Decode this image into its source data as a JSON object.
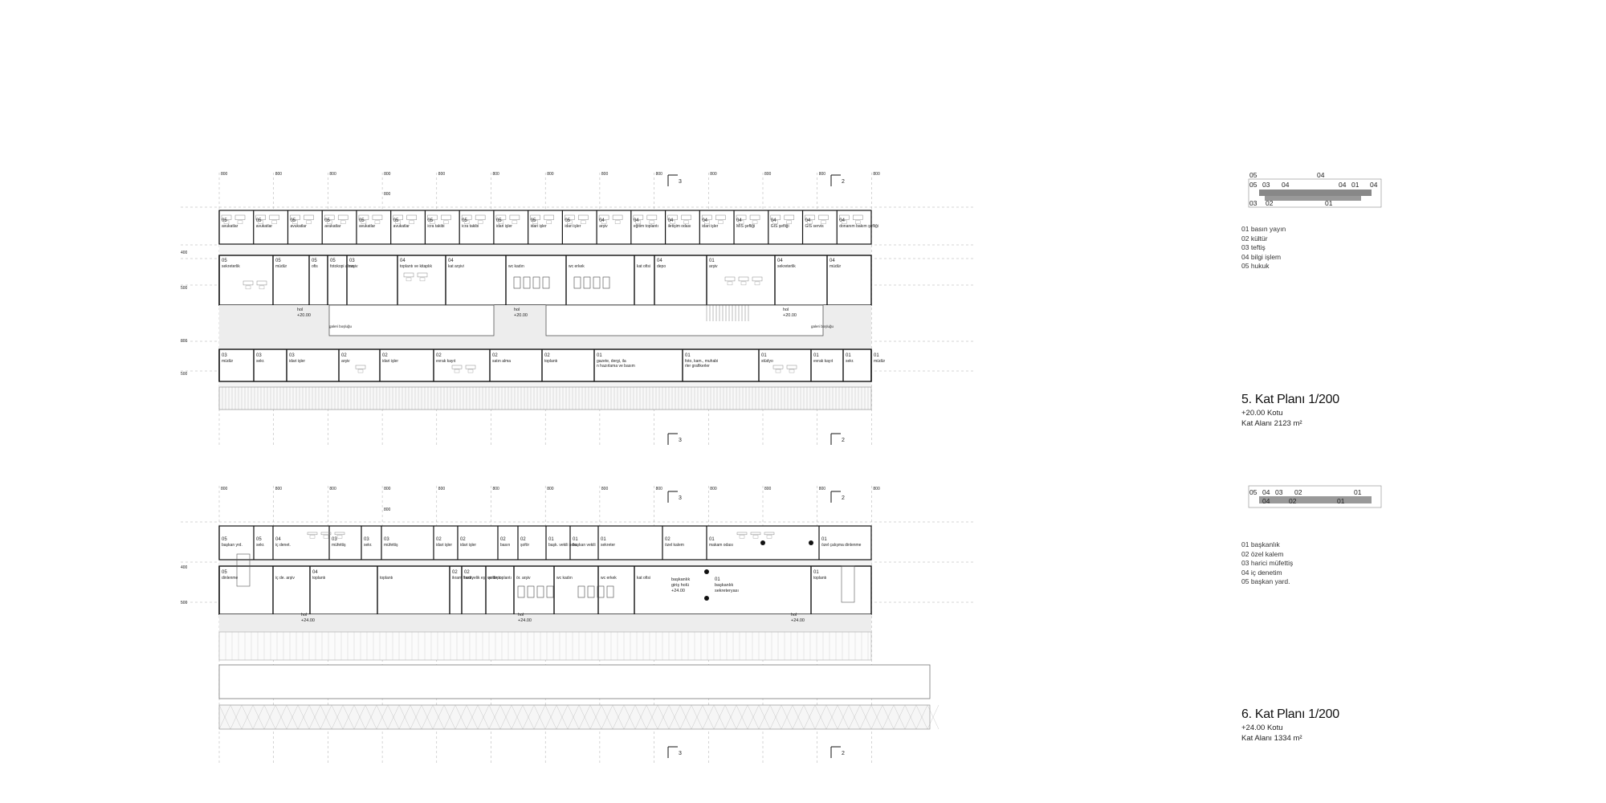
{
  "plan5": {
    "title": "5. Kat Planı 1/200",
    "level": "+20.00 Kotu",
    "area": "Kat Alanı 2123 m²",
    "legend": [
      "01 basın yayın",
      "02 kültür",
      "03 teftiş",
      "04 bilgi işlem",
      "05 hukuk"
    ],
    "mini_labels": [
      "05",
      "04",
      "05",
      "03",
      "04",
      "04",
      "01",
      "04",
      "03",
      "02",
      "01"
    ],
    "dims": [
      "800",
      "800",
      "800",
      "800",
      "800",
      "800",
      "800",
      "800",
      "800",
      "800",
      "800",
      "800",
      "800",
      "400",
      "500",
      "800",
      "500"
    ],
    "section_marks": [
      "3",
      "2",
      "3",
      "2"
    ],
    "rooms_top": [
      {
        "num": "05",
        "name": "avukatlar"
      },
      {
        "num": "05",
        "name": "avukatlar"
      },
      {
        "num": "05",
        "name": "avukatlar"
      },
      {
        "num": "05",
        "name": "avukatlar"
      },
      {
        "num": "05",
        "name": "avukatlar"
      },
      {
        "num": "05",
        "name": "avukatlar"
      },
      {
        "num": "05",
        "name": "icra takibi"
      },
      {
        "num": "05",
        "name": "icra takibi"
      },
      {
        "num": "05",
        "name": "idari işler"
      },
      {
        "num": "05",
        "name": "idari işler"
      },
      {
        "num": "05",
        "name": "idari işler"
      },
      {
        "num": "04",
        "name": "arşiv"
      },
      {
        "num": "04",
        "name": "eğitim toplantı"
      },
      {
        "num": "04",
        "name": "iletişim odası"
      },
      {
        "num": "04",
        "name": "idari işler"
      },
      {
        "num": "04",
        "name": "MIS şefliği"
      },
      {
        "num": "04",
        "name": "GIS şefliği"
      },
      {
        "num": "04",
        "name": "GIS servis"
      },
      {
        "num": "04",
        "name": "donanım bakım şefliği"
      }
    ],
    "rooms_mid": [
      {
        "num": "05",
        "name": "sekreterlik"
      },
      {
        "num": "05",
        "name": "müdür"
      },
      {
        "num": "05",
        "name": "ofis"
      },
      {
        "num": "05",
        "name": "fotokopi alma"
      },
      {
        "num": "03",
        "name": "arşiv"
      },
      {
        "num": "04",
        "name": "toplantı ve kitaplık"
      },
      {
        "num": "04",
        "name": "kat arşivi"
      },
      {
        "num": "",
        "name": "wc kadın"
      },
      {
        "num": "",
        "name": "wc erkek"
      },
      {
        "num": "",
        "name": "kat ofisi"
      },
      {
        "num": "04",
        "name": "depo"
      },
      {
        "num": "01",
        "name": "arşiv"
      },
      {
        "num": "04",
        "name": "sekreterlik"
      },
      {
        "num": "04",
        "name": "müdür"
      }
    ],
    "halls": [
      {
        "name": "hol",
        "level": "+20.00"
      },
      {
        "name": "hol",
        "level": "+20.00"
      },
      {
        "name": "hol",
        "level": "+20.00"
      }
    ],
    "gallery_labels": [
      "galeri boşluğu",
      "galeri boşluğu"
    ],
    "rooms_bottom": [
      {
        "num": "03",
        "name": "müdür"
      },
      {
        "num": "03",
        "name": "sekr."
      },
      {
        "num": "03",
        "name": "idari işler"
      },
      {
        "num": "02",
        "name": "arşiv"
      },
      {
        "num": "02",
        "name": "idari işler"
      },
      {
        "num": "02",
        "name": "evrak kayıt"
      },
      {
        "num": "02",
        "name": "satın alma"
      },
      {
        "num": "02",
        "name": "toplantı"
      },
      {
        "num": "01",
        "name": "gazete, dergi, ilan hazırlama ve basım"
      },
      {
        "num": "01",
        "name": "foto, kam., muhabirler grafikerler"
      },
      {
        "num": "01",
        "name": "stüdyo"
      },
      {
        "num": "01",
        "name": "evrak kayıt"
      },
      {
        "num": "01",
        "name": "sekr."
      },
      {
        "num": "01",
        "name": "müdür"
      }
    ]
  },
  "plan6": {
    "title": "6. Kat Planı 1/200",
    "level": "+24.00 Kotu",
    "area": "Kat Alanı 1334 m²",
    "legend": [
      "01 başkanlık",
      "02 özel kalem",
      "03 harici müfettiş",
      "04 iç denetim",
      "05 başkan yard."
    ],
    "mini_labels": [
      "05",
      "04",
      "03",
      "02",
      "01",
      "04",
      "02",
      "01"
    ],
    "dims": [
      "800",
      "800",
      "800",
      "800",
      "800",
      "800",
      "800",
      "800",
      "800",
      "800",
      "800",
      "800",
      "800",
      "400",
      "500"
    ],
    "section_marks": [
      "3",
      "2",
      "3",
      "2"
    ],
    "rooms_top": [
      {
        "num": "05",
        "name": "başkan yrd."
      },
      {
        "num": "05",
        "name": "sekr."
      },
      {
        "num": "04",
        "name": "iç denet."
      },
      {
        "num": "03",
        "name": "müfettiş"
      },
      {
        "num": "03",
        "name": "sekr."
      },
      {
        "num": "03",
        "name": "müfettiş"
      },
      {
        "num": "02",
        "name": "idari işler"
      },
      {
        "num": "02",
        "name": "idari işler"
      },
      {
        "num": "02",
        "name": "basın"
      },
      {
        "num": "02",
        "name": "şoför"
      },
      {
        "num": "01",
        "name": "başk. vekili sekr."
      },
      {
        "num": "01",
        "name": "başkan vekili"
      },
      {
        "num": "01",
        "name": "sekreter"
      },
      {
        "num": "02",
        "name": "özel kalem"
      },
      {
        "num": "01",
        "name": "makam odası"
      },
      {
        "num": "01",
        "name": "özel çalışma dinlenme"
      }
    ],
    "rooms_mid": [
      {
        "num": "",
        "name": "iç de. arşiv"
      },
      {
        "num": "04",
        "name": "toplantı"
      },
      {
        "num": "",
        "name": "toplantı"
      },
      {
        "num": "02",
        "name": "ikram hazır."
      },
      {
        "num": "02",
        "name": "hediyelik eş. ve depo"
      },
      {
        "num": "",
        "name": "şoför toplantı"
      },
      {
        "num": "",
        "name": "ör. arşiv"
      },
      {
        "num": "",
        "name": "wc kadın"
      },
      {
        "num": "",
        "name": "wc erkek"
      },
      {
        "num": "",
        "name": "kat ofisi"
      },
      {
        "num": "01",
        "name": "toplantı"
      },
      {
        "num": "05",
        "name": "dinlenme"
      }
    ],
    "halls": [
      {
        "name": "hol",
        "level": "+24.00"
      },
      {
        "name": "hol",
        "level": "+24.00"
      },
      {
        "name": "hol",
        "level": "+24.00"
      }
    ],
    "foyer": {
      "line1": "başkanlık",
      "line2": "giriş holü",
      "level": "+24.00"
    },
    "secretariat": {
      "num": "01",
      "line1": "başkanlık",
      "line2": "sekreteryası"
    }
  }
}
